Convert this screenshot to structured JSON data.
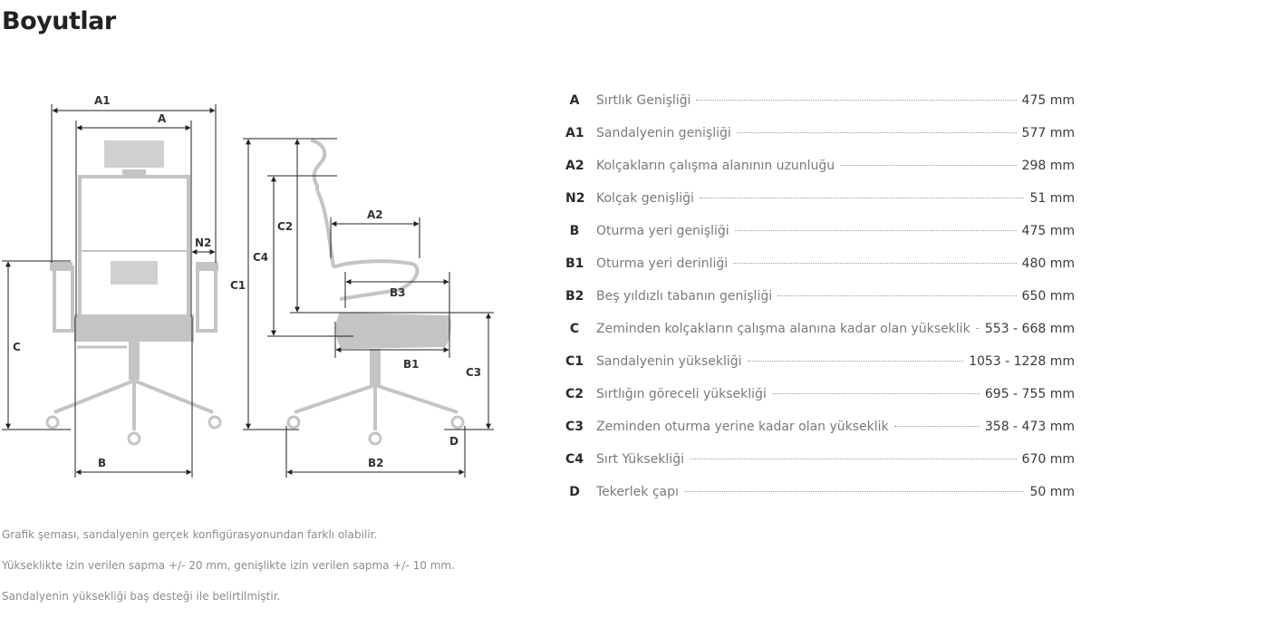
{
  "title": "Boyutlar",
  "diagram_labels": {
    "A1": "A1",
    "A": "A",
    "N2": "N2",
    "C": "C",
    "B": "B",
    "C1": "C1",
    "C4": "C4",
    "C2": "C2",
    "A2": "A2",
    "B3": "B3",
    "B1": "B1",
    "C3": "C3",
    "D": "D",
    "B2": "B2"
  },
  "dimensions": [
    {
      "code": "A",
      "label": "Sırtlık Genişliği",
      "value": "475 mm"
    },
    {
      "code": "A1",
      "label": "Sandalyenin genişliği",
      "value": "577 mm"
    },
    {
      "code": "A2",
      "label": "Kolçakların çalışma alanının uzunluğu",
      "value": "298 mm"
    },
    {
      "code": "N2",
      "label": "Kolçak genişliği",
      "value": "51 mm"
    },
    {
      "code": "B",
      "label": "Oturma yeri genişliği",
      "value": "475 mm"
    },
    {
      "code": "B1",
      "label": "Oturma yeri derinliği",
      "value": "480 mm"
    },
    {
      "code": "B2",
      "label": "Beş yıldızlı tabanın genişliği",
      "value": "650 mm"
    },
    {
      "code": "C",
      "label": "Zeminden kolçakların çalışma alanına kadar olan yükseklik",
      "value": "553 - 668 mm"
    },
    {
      "code": "C1",
      "label": "Sandalyenin yüksekliği",
      "value": "1053 - 1228 mm"
    },
    {
      "code": "C2",
      "label": "Sırtlığın göreceli yüksekliği",
      "value": "695 - 755 mm"
    },
    {
      "code": "C3",
      "label": "Zeminden oturma yerine kadar olan yükseklik",
      "value": "358 - 473 mm"
    },
    {
      "code": "C4",
      "label": "Sırt Yüksekliği",
      "value": "670 mm"
    },
    {
      "code": "D",
      "label": "Tekerlek çapı",
      "value": "50 mm"
    }
  ],
  "notes": [
    "Grafik şeması, sandalyenin gerçek konfigürasyonundan farklı olabilir.",
    "Yükseklikte izin verilen sapma +/- 20 mm, genişlikte izin verilen sapma +/- 10 mm.",
    "Sandalyenin yüksekliği baş desteği ile belirtilmiştir."
  ]
}
